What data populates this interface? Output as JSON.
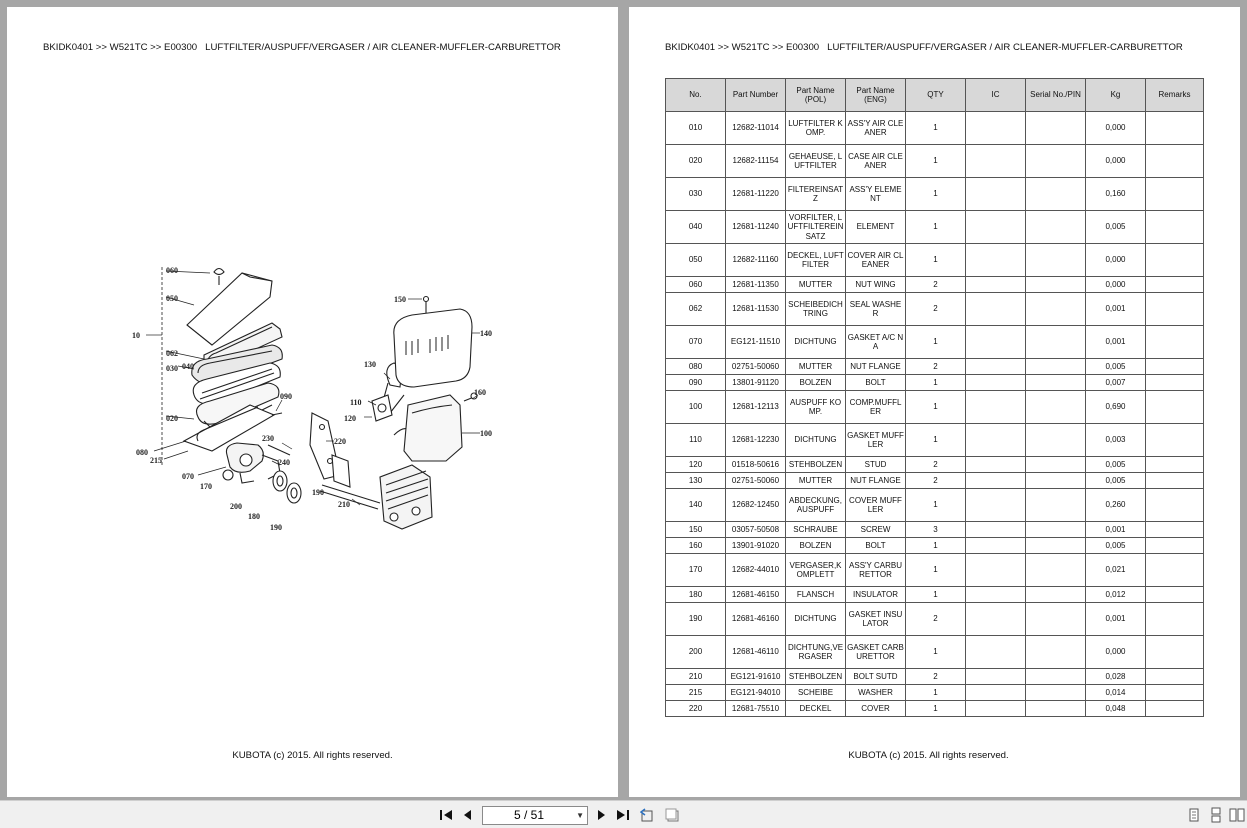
{
  "header": "BKIDK0401 >> W521TC >> E00300   LUFTFILTER/AUSPUFF/VERGASER / AIR CLEANER-MUFFLER-CARBURETTOR",
  "footer": "KUBOTA (c) 2015. All rights reserved.",
  "diagram": {
    "callouts": [
      "060",
      "050",
      "010",
      "062",
      "030",
      "040",
      "090",
      "020",
      "080",
      "215",
      "070",
      "170",
      "200",
      "180",
      "190",
      "230",
      "240",
      "220",
      "190",
      "210",
      "150",
      "140",
      "130",
      "110",
      "120",
      "160",
      "100"
    ]
  },
  "table": {
    "headers": [
      "No.",
      "Part Number",
      "Part Name (POL)",
      "Part Name (ENG)",
      "QTY",
      "IC",
      "Serial No./PIN",
      "Kg",
      "Remarks"
    ],
    "rows": [
      [
        "010",
        "12682-11014",
        "LUFTFILTER KOMP.",
        "ASS'Y AIR CLEANER",
        "1",
        "",
        "",
        "0,000",
        ""
      ],
      [
        "020",
        "12682-11154",
        "GEHAEUSE, LUFTFILTER",
        "CASE AIR CLEANER",
        "1",
        "",
        "",
        "0,000",
        ""
      ],
      [
        "030",
        "12681-11220",
        "FILTEREINSATZ",
        "ASS'Y ELEMENT",
        "1",
        "",
        "",
        "0,160",
        ""
      ],
      [
        "040",
        "12681-11240",
        "VORFILTER, LUFTFILTEREINSATZ",
        "ELEMENT",
        "1",
        "",
        "",
        "0,005",
        ""
      ],
      [
        "050",
        "12682-11160",
        "DECKEL, LUFTFILTER",
        "COVER AIR CLEANER",
        "1",
        "",
        "",
        "0,000",
        ""
      ],
      [
        "060",
        "12681-11350",
        "MUTTER",
        "NUT WING",
        "2",
        "",
        "",
        "0,000",
        ""
      ],
      [
        "062",
        "12681-11530",
        "SCHEIBEDICHTRING",
        "SEAL WASHER",
        "2",
        "",
        "",
        "0,001",
        ""
      ],
      [
        "070",
        "EG121-11510",
        "DICHTUNG",
        "GASKET A/C NA",
        "1",
        "",
        "",
        "0,001",
        ""
      ],
      [
        "080",
        "02751-50060",
        "MUTTER",
        "NUT FLANGE",
        "2",
        "",
        "",
        "0,005",
        ""
      ],
      [
        "090",
        "13801-91120",
        "BOLZEN",
        "BOLT",
        "1",
        "",
        "",
        "0,007",
        ""
      ],
      [
        "100",
        "12681-12113",
        "AUSPUFF KOMP.",
        "COMP.MUFFLER",
        "1",
        "",
        "",
        "0,690",
        ""
      ],
      [
        "110",
        "12681-12230",
        "DICHTUNG",
        "GASKET MUFFLER",
        "1",
        "",
        "",
        "0,003",
        ""
      ],
      [
        "120",
        "01518-50616",
        "STEHBOLZEN",
        "STUD",
        "2",
        "",
        "",
        "0,005",
        ""
      ],
      [
        "130",
        "02751-50060",
        "MUTTER",
        "NUT FLANGE",
        "2",
        "",
        "",
        "0,005",
        ""
      ],
      [
        "140",
        "12682-12450",
        "ABDECKUNG, AUSPUFF",
        "COVER MUFFLER",
        "1",
        "",
        "",
        "0,260",
        ""
      ],
      [
        "150",
        "03057-50508",
        "SCHRAUBE",
        "SCREW",
        "3",
        "",
        "",
        "0,001",
        ""
      ],
      [
        "160",
        "13901-91020",
        "BOLZEN",
        "BOLT",
        "1",
        "",
        "",
        "0,005",
        ""
      ],
      [
        "170",
        "12682-44010",
        "VERGASER,KOMPLETT",
        "ASS'Y CARBURETTOR",
        "1",
        "",
        "",
        "0,021",
        ""
      ],
      [
        "180",
        "12681-46150",
        "FLANSCH",
        "INSULATOR",
        "1",
        "",
        "",
        "0,012",
        ""
      ],
      [
        "190",
        "12681-46160",
        "DICHTUNG",
        "GASKET INSULATOR",
        "2",
        "",
        "",
        "0,001",
        ""
      ],
      [
        "200",
        "12681-46110",
        "DICHTUNG,VERGASER",
        "GASKET CARBURETTOR",
        "1",
        "",
        "",
        "0,000",
        ""
      ],
      [
        "210",
        "EG121-91610",
        "STEHBOLZEN",
        "BOLT SUTD",
        "2",
        "",
        "",
        "0,028",
        ""
      ],
      [
        "215",
        "EG121-94010",
        "SCHEIBE",
        "WASHER",
        "1",
        "",
        "",
        "0,014",
        ""
      ],
      [
        "220",
        "12681-75510",
        "DECKEL",
        "COVER",
        "1",
        "",
        "",
        "0,048",
        ""
      ]
    ]
  },
  "toolbar": {
    "page_indicator": "5 / 51"
  }
}
